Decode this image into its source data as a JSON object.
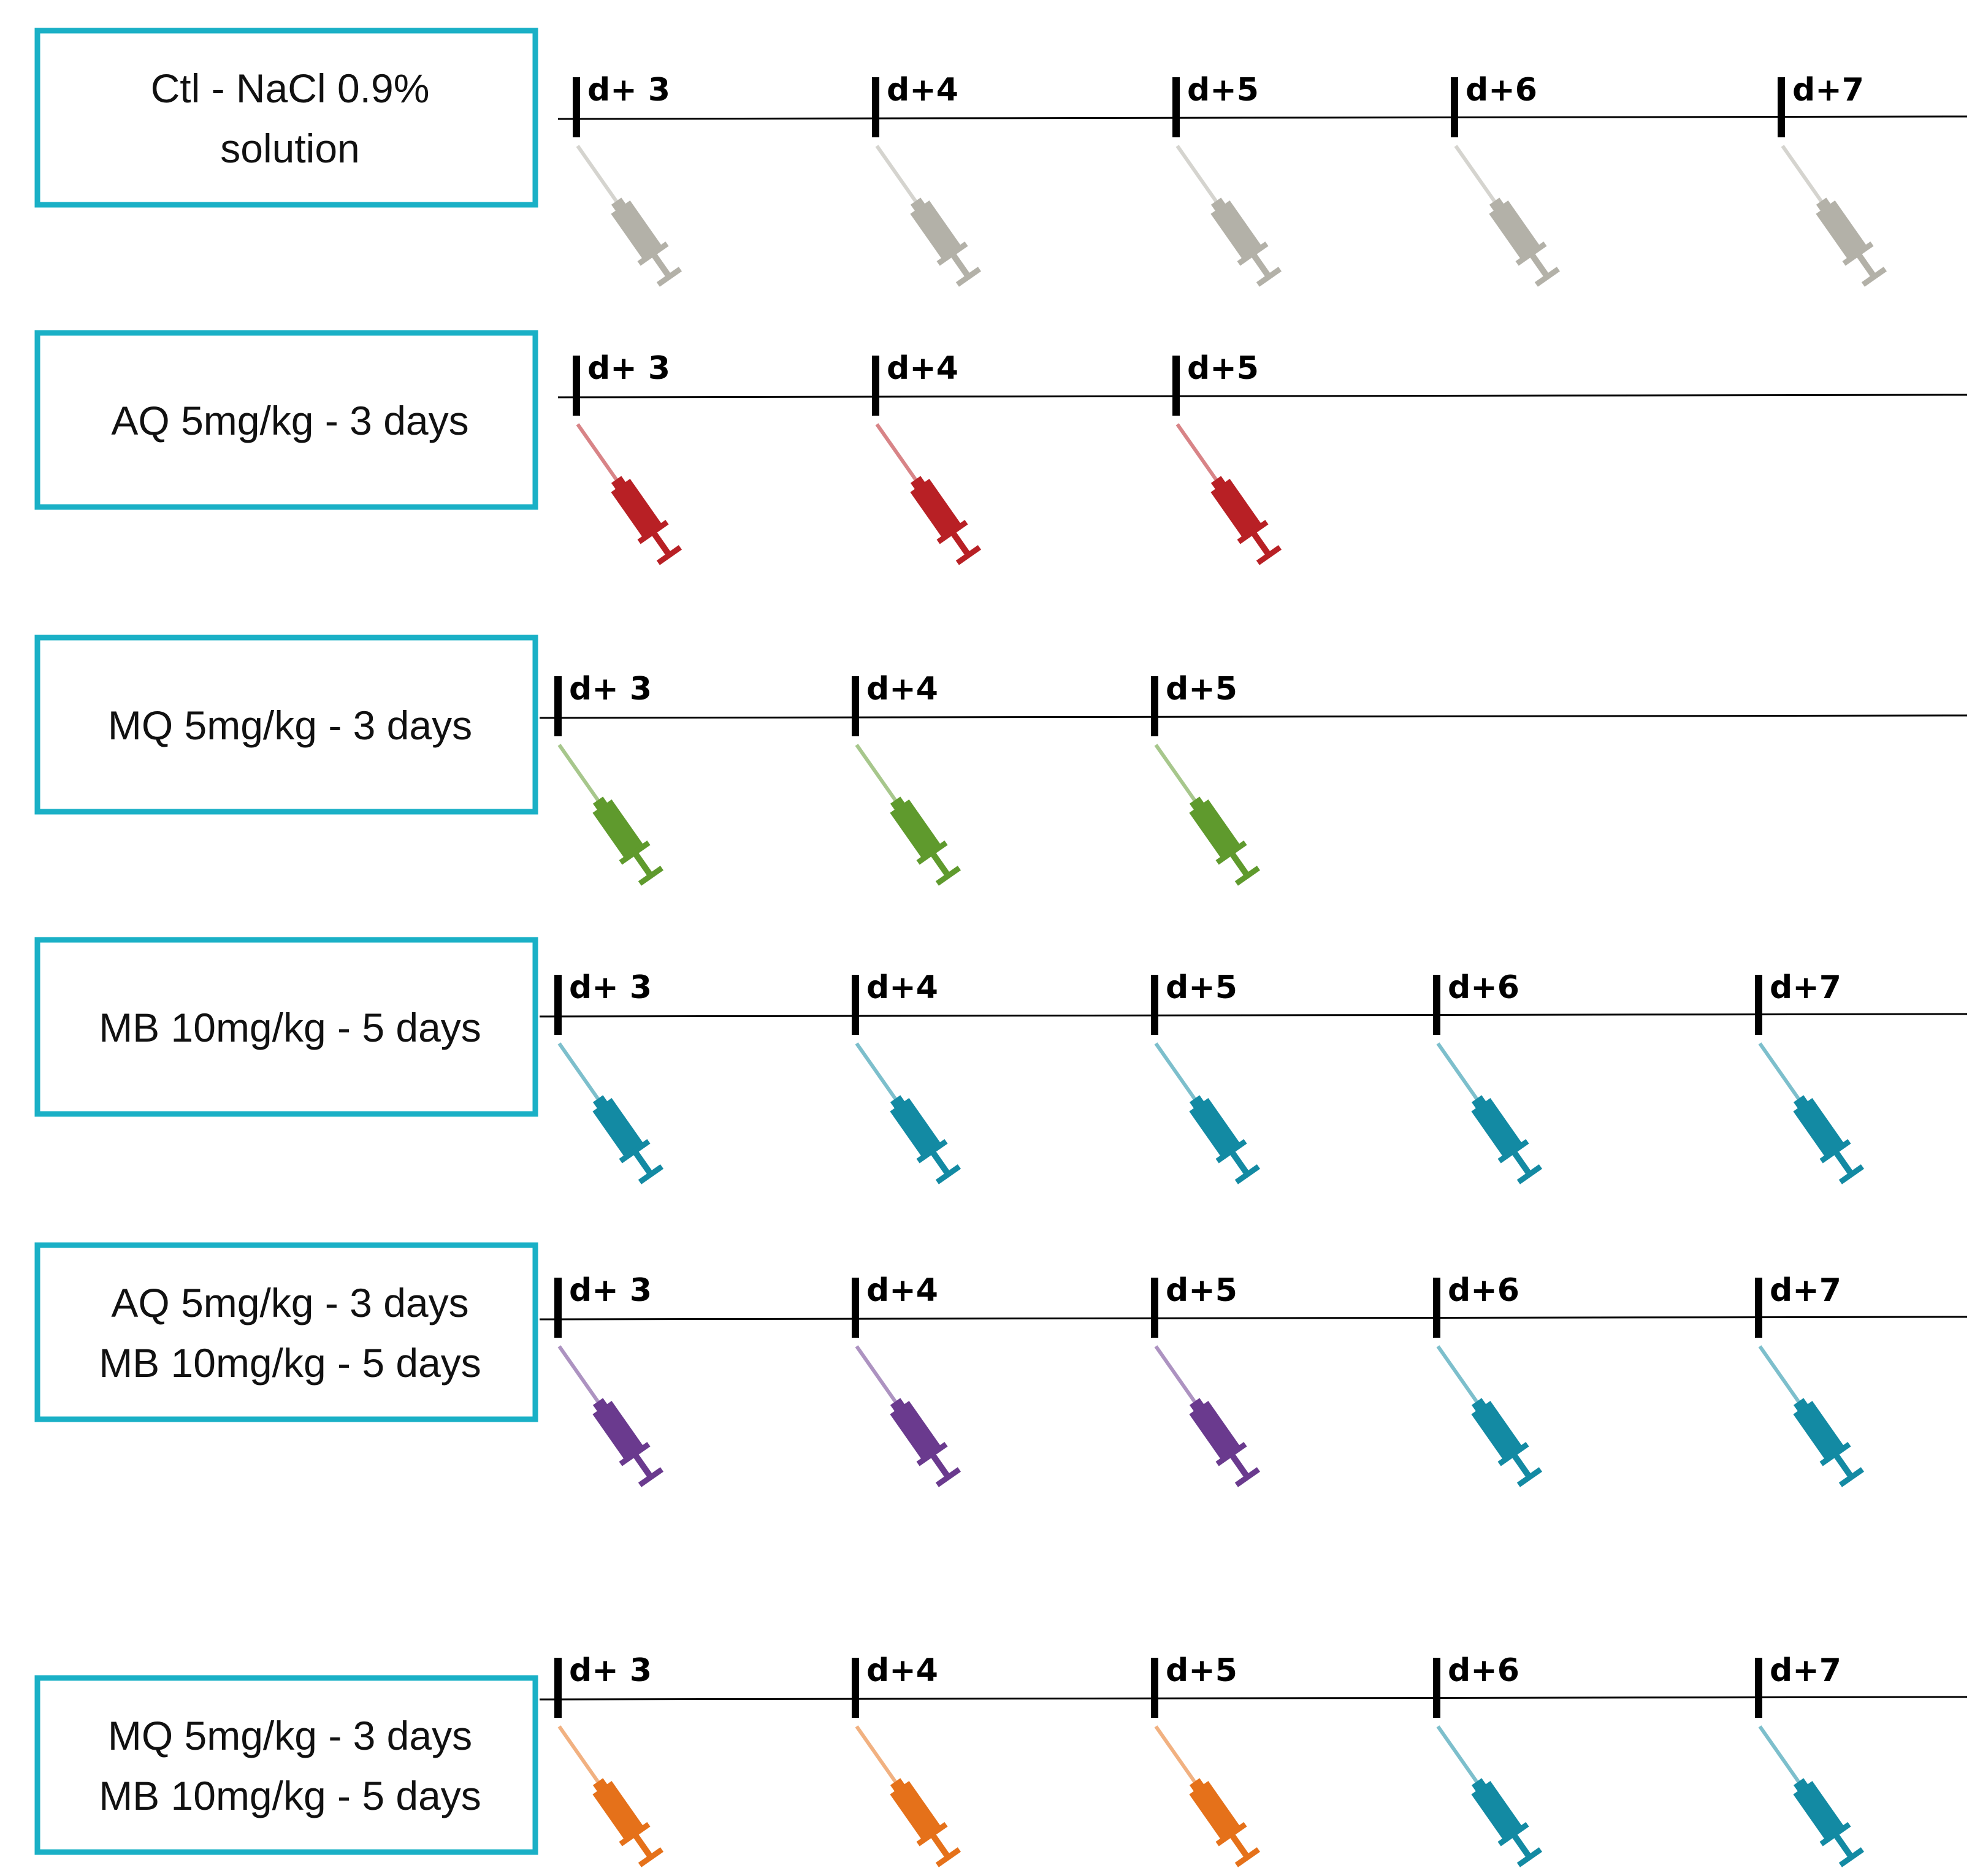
{
  "colors": {
    "box_border": "#1ab0c6",
    "axis_line": "#000000",
    "ctl": "#b3b1a8",
    "aq": "#b82025",
    "mq": "#5f9a2d",
    "mb": "#138aa3",
    "aq_mb": "#6a3a8e",
    "mq_mb": "#e5711a"
  },
  "rows": [
    {
      "label_lines": [
        "Ctl - NaCl 0.9%",
        "solution"
      ],
      "ticks": [
        {
          "label": "d+ 3",
          "color_key": "ctl"
        },
        {
          "label": "d+4",
          "color_key": "ctl"
        },
        {
          "label": "d+5",
          "color_key": "ctl"
        },
        {
          "label": "d+6",
          "color_key": "ctl"
        },
        {
          "label": "d+7",
          "color_key": "ctl"
        }
      ]
    },
    {
      "label_lines": [
        "AQ 5mg/kg - 3 days"
      ],
      "ticks": [
        {
          "label": "d+ 3",
          "color_key": "aq"
        },
        {
          "label": "d+4",
          "color_key": "aq"
        },
        {
          "label": "d+5",
          "color_key": "aq"
        }
      ]
    },
    {
      "label_lines": [
        "MQ 5mg/kg - 3 days"
      ],
      "ticks": [
        {
          "label": "d+ 3",
          "color_key": "mq"
        },
        {
          "label": "d+4",
          "color_key": "mq"
        },
        {
          "label": "d+5",
          "color_key": "mq"
        }
      ]
    },
    {
      "label_lines": [
        "MB 10mg/kg - 5 days"
      ],
      "ticks": [
        {
          "label": "d+ 3",
          "color_key": "mb"
        },
        {
          "label": "d+4",
          "color_key": "mb"
        },
        {
          "label": "d+5",
          "color_key": "mb"
        },
        {
          "label": "d+6",
          "color_key": "mb"
        },
        {
          "label": "d+7",
          "color_key": "mb"
        }
      ]
    },
    {
      "label_lines": [
        "AQ 5mg/kg - 3 days",
        "MB 10mg/kg - 5 days"
      ],
      "ticks": [
        {
          "label": "d+ 3",
          "color_key": "aq_mb"
        },
        {
          "label": "d+4",
          "color_key": "aq_mb"
        },
        {
          "label": "d+5",
          "color_key": "aq_mb"
        },
        {
          "label": "d+6",
          "color_key": "mb"
        },
        {
          "label": "d+7",
          "color_key": "mb"
        }
      ]
    },
    {
      "label_lines": [
        "MQ 5mg/kg - 3 days",
        "MB 10mg/kg - 5 days"
      ],
      "ticks": [
        {
          "label": "d+ 3",
          "color_key": "mq_mb"
        },
        {
          "label": "d+4",
          "color_key": "mq_mb"
        },
        {
          "label": "d+5",
          "color_key": "mq_mb"
        },
        {
          "label": "d+6",
          "color_key": "mb"
        },
        {
          "label": "d+7",
          "color_key": "mb"
        }
      ]
    }
  ]
}
